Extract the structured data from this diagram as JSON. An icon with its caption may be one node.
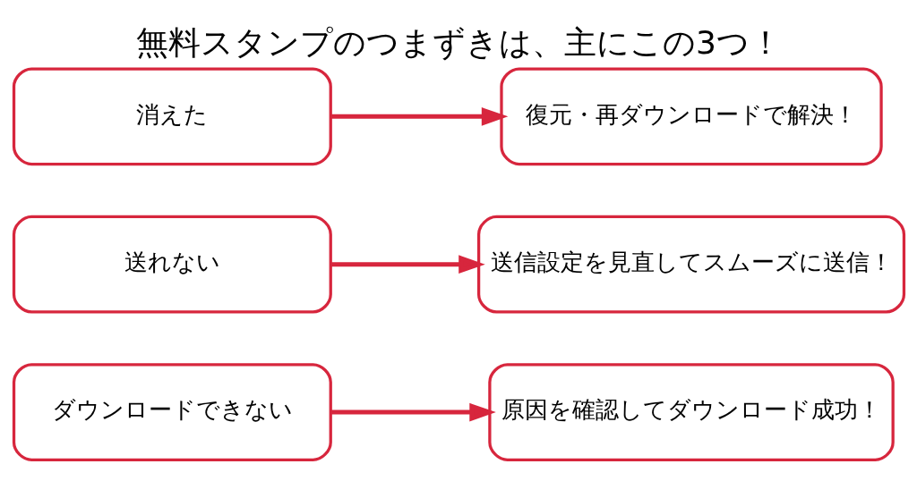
{
  "diagram": {
    "title": "無料スタンプのつまずきは、主にこの3つ！",
    "nodes": [
      {
        "text": [
          "ダウンロードできない"
        ]
      },
      {
        "text": [
          "送れない"
        ]
      },
      {
        "text": [
          "消えた"
        ]
      },
      {
        "text": [
          "原因を確認してダウンロード成功！"
        ]
      },
      {
        "text": [
          "送信設定を見直してスムーズに送信！"
        ]
      },
      {
        "text": [
          "復元・再ダウンロードで解決！"
        ]
      }
    ],
    "edges": [
      {
        "from": 0,
        "to": 3,
        "arrow": "to"
      },
      {
        "from": 1,
        "to": 4,
        "arrow": "to"
      },
      {
        "from": 2,
        "to": 5,
        "arrow": "to"
      }
    ]
  }
}
